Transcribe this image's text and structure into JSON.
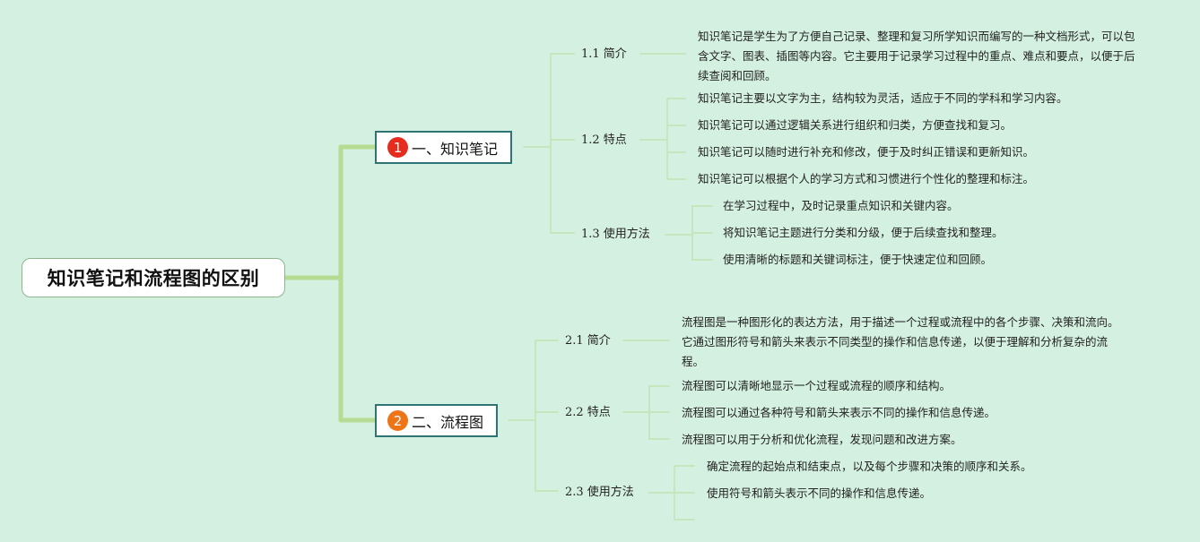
{
  "root": {
    "title": "知识笔记和流程图的区别"
  },
  "branches": [
    {
      "badge": "1",
      "badge_color": "#e52d1f",
      "label": "一、知识笔记",
      "subs": [
        {
          "label": "1.1 简介",
          "leaves": [
            "知识笔记是学生为了方便自己记录、整理和复习所学知识而编写的一种文档形式，可以包含文字、图表、插图等内容。它主要用于记录学习过程中的重点、难点和要点，以便于后续查阅和回顾。"
          ]
        },
        {
          "label": "1.2 特点",
          "leaves": [
            "知识笔记主要以文字为主，结构较为灵活，适应于不同的学科和学习内容。",
            "知识笔记可以通过逻辑关系进行组织和归类，方便查找和复习。",
            "知识笔记可以随时进行补充和修改，便于及时纠正错误和更新知识。",
            "知识笔记可以根据个人的学习方式和习惯进行个性化的整理和标注。"
          ]
        },
        {
          "label": "1.3 使用方法",
          "leaves": [
            "在学习过程中，及时记录重点知识和关键内容。",
            "将知识笔记主题进行分类和分级，便于后续查找和整理。",
            "使用清晰的标题和关键词标注，便于快速定位和回顾。"
          ]
        }
      ]
    },
    {
      "badge": "2",
      "badge_color": "#ee7418",
      "label": "二、流程图",
      "subs": [
        {
          "label": "2.1 简介",
          "leaves": [
            "流程图是一种图形化的表达方法，用于描述一个过程或流程中的各个步骤、决策和流向。它通过图形符号和箭头来表示不同类型的操作和信息传递，以便于理解和分析复杂的流程。"
          ]
        },
        {
          "label": "2.2 特点",
          "leaves": [
            "流程图可以清晰地显示一个过程或流程的顺序和结构。",
            "流程图可以通过各种符号和箭头来表示不同的操作和信息传递。",
            "流程图可以用于分析和优化流程，发现问题和改进方案。"
          ]
        },
        {
          "label": "2.3 使用方法",
          "leaves": [
            "确定流程的起始点和结束点，以及每个步骤和决策的顺序和关系。",
            "使用符号和箭头表示不同的操作和信息传递。",
            ""
          ]
        }
      ]
    }
  ]
}
